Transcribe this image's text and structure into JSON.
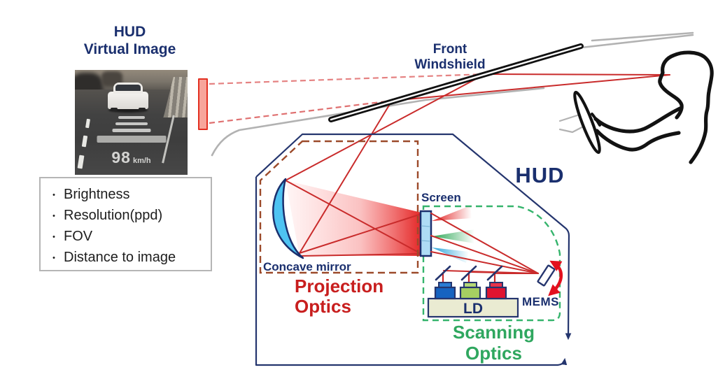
{
  "virtual_image": {
    "title_line1": "HUD",
    "title_line2": "Virtual Image",
    "speed_value": "98",
    "speed_unit": "km/h"
  },
  "features_box": {
    "bullet": "・",
    "items": [
      "Brightness",
      "Resolution(ppd)",
      "FOV",
      "Distance to image"
    ]
  },
  "windshield": {
    "label_line1": "Front",
    "label_line2": "Windshield"
  },
  "hud_unit": {
    "label": "HUD",
    "screen_label": "Screen",
    "concave_mirror_label": "Concave mirror",
    "projection_optics_line1": "Projection",
    "projection_optics_line2": "Optics",
    "scanning_optics_line1": "Scanning",
    "scanning_optics_line2": "Optics",
    "mems_label": "MEMS",
    "ld_label": "LD"
  },
  "colors": {
    "navy_text": "#1a2f6e",
    "ray_red": "#c92b2b",
    "dashed_ray_pink": "#e07a7a",
    "projection_label_red": "#c81e1e",
    "scanning_label_green": "#2fa75f",
    "projection_box_dash_brown": "#9c4a2a",
    "scanning_box_dash_green": "#35b46c",
    "hud_box_navy": "#24356e",
    "concave_mirror_blue": "#4ec3f2",
    "screen_fill_blue": "#aedcf5",
    "virtual_image_plane_border": "#e33022",
    "virtual_image_plane_fill": "#f7a59b",
    "ld_base_beige": "#eaebd2",
    "diode_blue": "#1663c0",
    "diode_green": "#a6cf62",
    "diode_red": "#df1430",
    "car_body_gray": "#b2b2b2",
    "driver_outline": "#121212"
  }
}
